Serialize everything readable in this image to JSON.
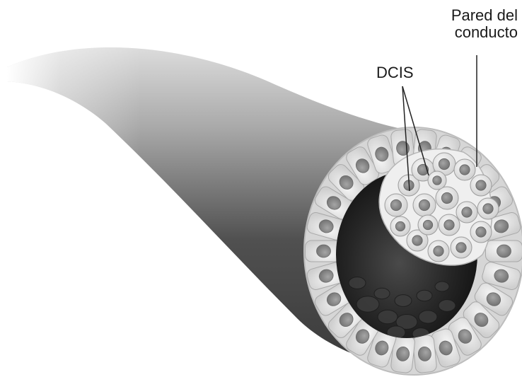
{
  "labels": {
    "duct_wall_line1": "Pared del",
    "duct_wall_line2": "conducto",
    "dcis": "DCIS"
  },
  "colors": {
    "background": "#ffffff",
    "duct_dark": "#3e3e3e",
    "duct_light": "#d8d8d8",
    "cell_fill": "#ececec",
    "nucleus": "#8a8a8a",
    "lumen": "#2a2a2a"
  }
}
